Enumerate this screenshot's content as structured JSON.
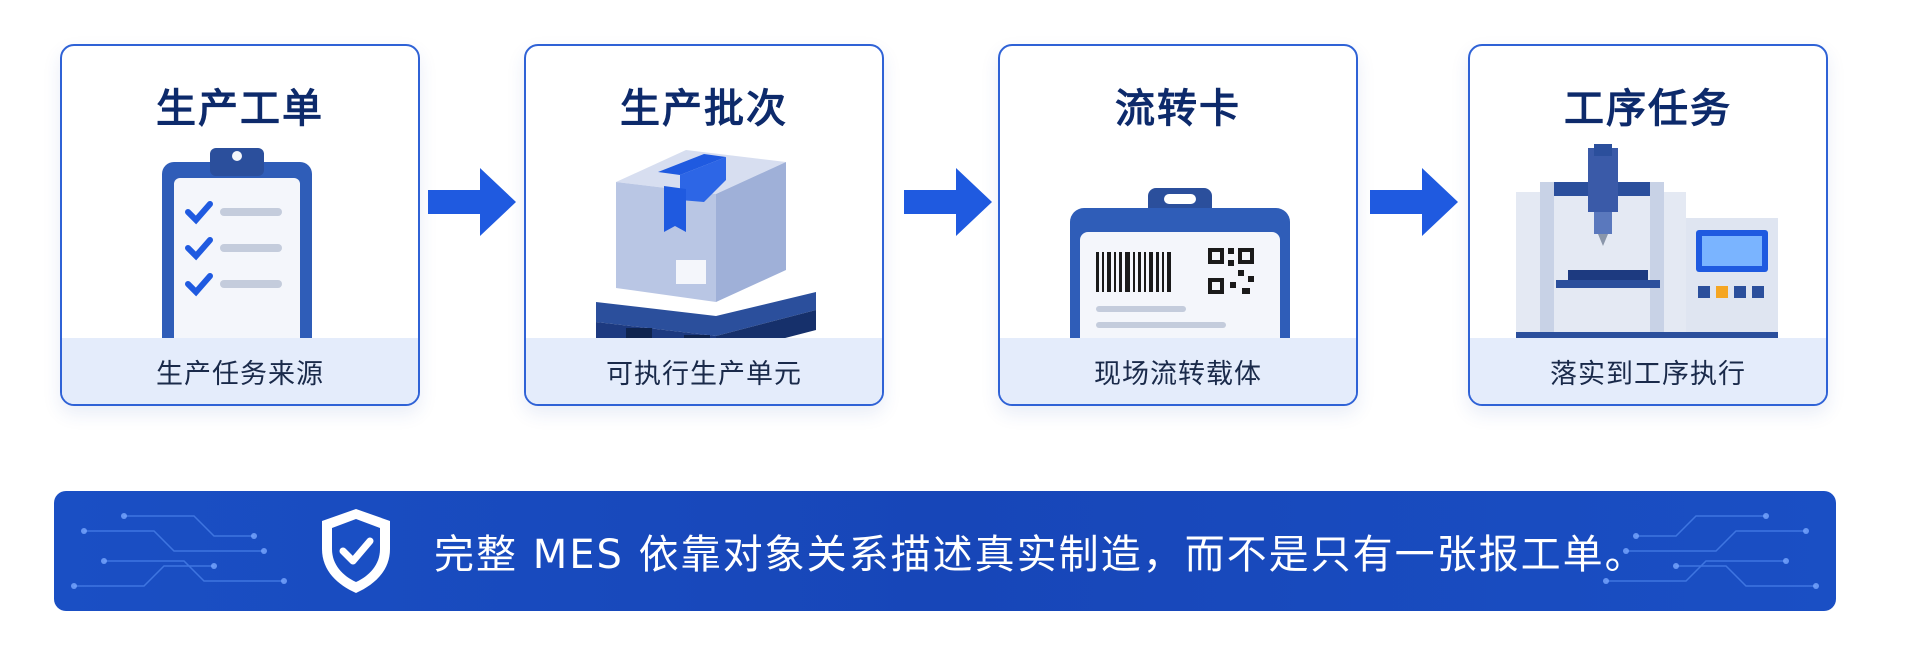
{
  "steps": [
    {
      "title": "生产工单",
      "caption": "生产任务来源",
      "icon": "clipboard-checklist-icon"
    },
    {
      "title": "生产批次",
      "caption": "可执行生产单元",
      "icon": "box-on-pallet-icon"
    },
    {
      "title": "流转卡",
      "caption": "现场流转载体",
      "icon": "barcode-qr-card-icon"
    },
    {
      "title": "工序任务",
      "caption": "落实到工序执行",
      "icon": "cnc-machine-icon"
    }
  ],
  "banner": {
    "text": "完整 MES 依靠对象关系描述真实制造，而不是只有一张报工单。",
    "icon": "shield-check-icon"
  },
  "colors": {
    "accent": "#2f62d6",
    "dark_blue": "#0d2a6b",
    "footer_bg": "#e4ecfb",
    "banner_bg": "#1a4fc4"
  }
}
